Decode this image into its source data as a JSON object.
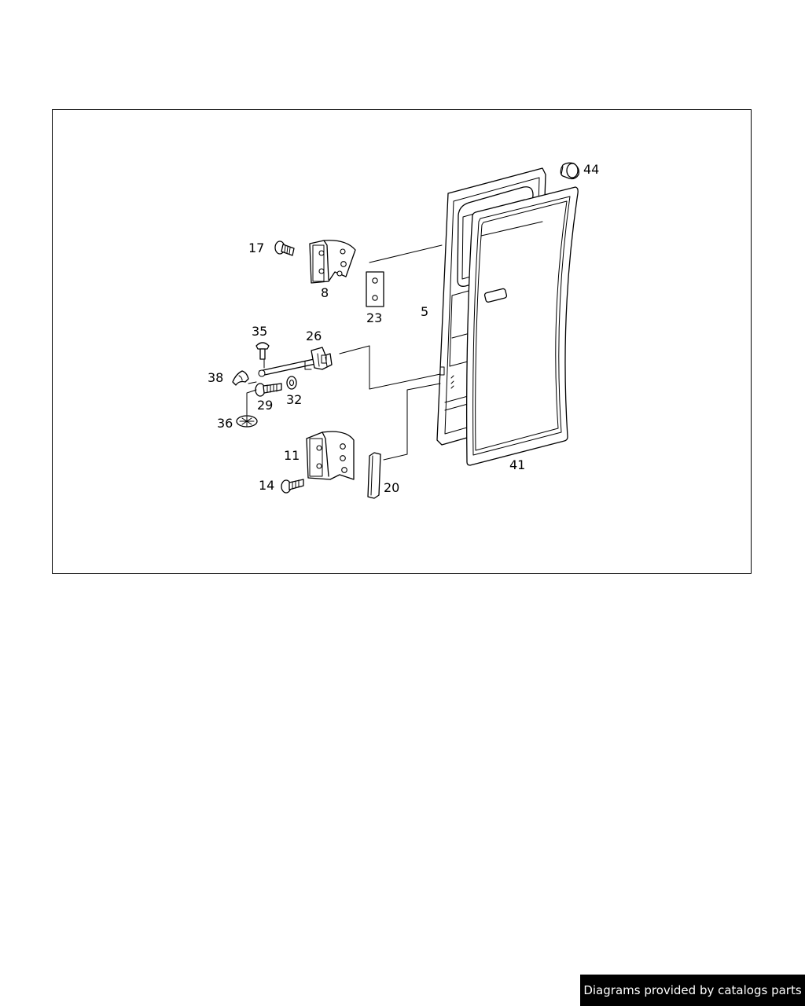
{
  "diagram": {
    "labels": {
      "p5": "5",
      "p8": "8",
      "p11": "11",
      "p14": "14",
      "p17": "17",
      "p20": "20",
      "p23": "23",
      "p26": "26",
      "p29": "29",
      "p32": "32",
      "p35": "35",
      "p36": "36",
      "p38": "38",
      "p41": "41",
      "p44": "44"
    }
  },
  "footer": {
    "text": "Diagrams provided by catalogs parts"
  }
}
